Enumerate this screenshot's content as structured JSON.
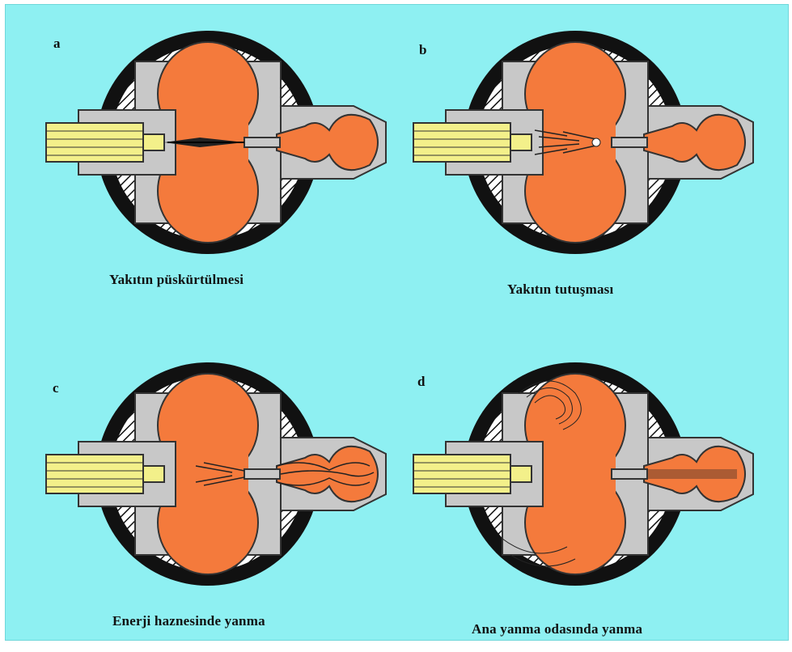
{
  "panels": [
    {
      "letter": "a",
      "caption": "Yakıtın püskürtülmesi"
    },
    {
      "letter": "b",
      "caption": "Yakıtın tutuşması"
    },
    {
      "letter": "c",
      "caption": "Enerji haznesinde yanma"
    },
    {
      "letter": "d",
      "caption": "Ana yanma odasında yanma"
    }
  ],
  "colors": {
    "background": "#8ef0f2",
    "chamber": "#f47a3c",
    "housing": "#c8c8c8",
    "outer_ring": "#111111",
    "injector": "#f3f08a",
    "flame": "#222222"
  }
}
